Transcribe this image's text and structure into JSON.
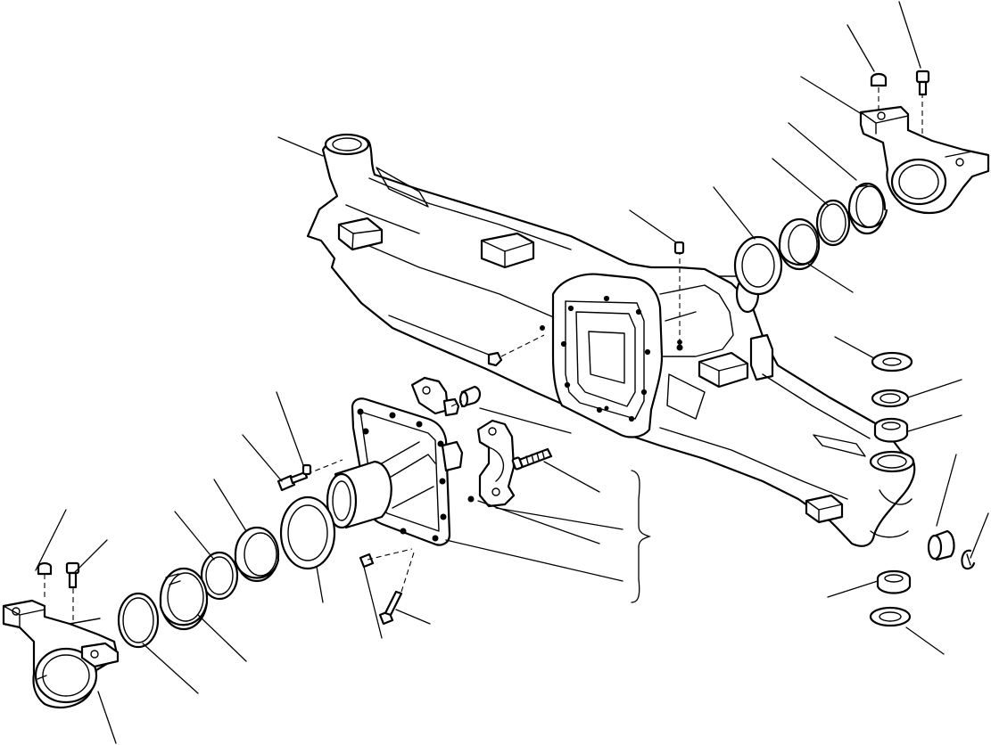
{
  "diagram": {
    "type": "exploded-parts-view",
    "subject": "axle-housing-assembly",
    "line_color": "#000000",
    "background": "#ffffff",
    "parts": [
      {
        "id": "axle-housing",
        "icon": "axle-housing-icon"
      },
      {
        "id": "differential-carrier-flange",
        "icon": "carrier-flange-icon"
      },
      {
        "id": "mount-bracket-left",
        "icon": "mount-bracket-icon"
      },
      {
        "id": "mount-bracket-right",
        "icon": "mount-bracket-icon"
      },
      {
        "id": "bearing-caps",
        "icon": "bearing-cap-icon"
      },
      {
        "id": "bushings-and-rings",
        "icon": "bushing-icon"
      },
      {
        "id": "washers-and-seals",
        "icon": "washer-icon"
      },
      {
        "id": "bolts-and-nuts",
        "icon": "bolt-icon"
      }
    ],
    "callout_labels": []
  }
}
